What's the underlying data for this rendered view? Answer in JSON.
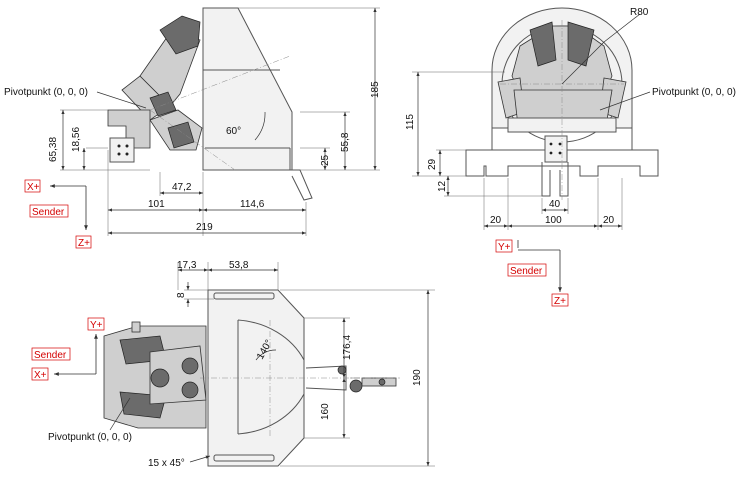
{
  "side_view": {
    "pivot_label": "Pivotpunkt (0, 0, 0)",
    "dims": {
      "height_185": "185",
      "height_6538": "65,38",
      "height_1856": "18,56",
      "height_558": "55,8",
      "height_25": "25",
      "width_472": "47,2",
      "width_101": "101",
      "width_1146": "114,6",
      "width_219": "219",
      "angle_60": "60°"
    },
    "axes": {
      "x": "X+",
      "sender": "Sender",
      "z": "Z+"
    }
  },
  "front_view": {
    "pivot_label": "Pivotpunkt (0, 0, 0)",
    "dims": {
      "radius_80": "R80",
      "height_115": "115",
      "height_29": "29",
      "height_12": "12",
      "width_20_left": "20",
      "width_40": "40",
      "width_100": "100",
      "width_20_right": "20"
    },
    "axes": {
      "y": "Y+",
      "sender": "Sender",
      "z": "Z+"
    }
  },
  "top_view": {
    "pivot_label": "Pivotpunkt (0, 0, 0)",
    "dims": {
      "width_173": "17,3",
      "width_538": "53,8",
      "height_8": "8",
      "height_1764": "176,4",
      "height_160": "160",
      "height_190": "190",
      "angle_140": "140°",
      "chamfer": "15 x 45°"
    },
    "axes": {
      "y": "Y+",
      "sender": "Sender",
      "x": "X+"
    }
  }
}
